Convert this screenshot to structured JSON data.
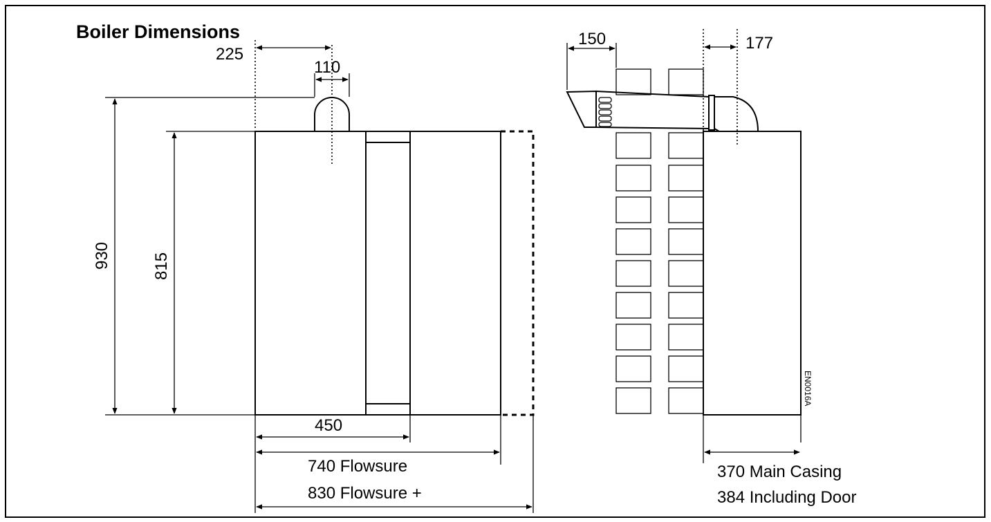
{
  "title": "Boiler Dimensions",
  "labels": {
    "d225": "225",
    "d110": "110",
    "d930": "930",
    "d815": "815",
    "d450": "450",
    "d740": "740 Flowsure",
    "d830": "830 Flowsure +",
    "d150": "150",
    "d177": "177",
    "d370": "370 Main Casing",
    "d384": "384 Including Door",
    "code": "EN0016A"
  }
}
